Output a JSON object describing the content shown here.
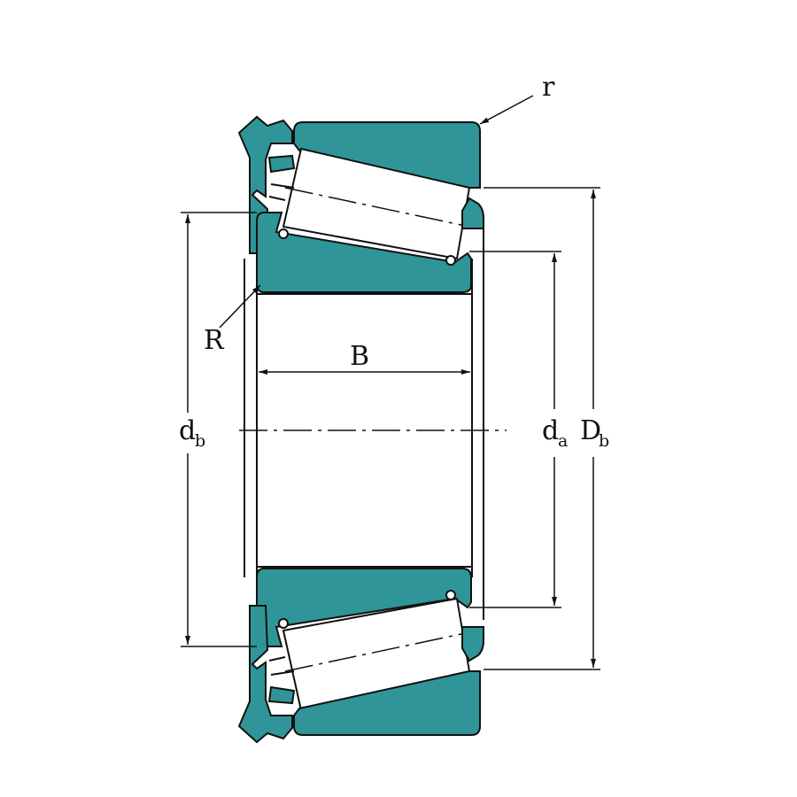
{
  "labels": {
    "r": "r",
    "R": "R",
    "B": "B",
    "d_b": {
      "main": "d",
      "sub": "b"
    },
    "d_a": {
      "main": "d",
      "sub": "a"
    },
    "D_b": {
      "main": "D",
      "sub": "b"
    }
  },
  "colors": {
    "ring_fill": "#2f9598",
    "outline": "#111111",
    "background": "#ffffff"
  }
}
